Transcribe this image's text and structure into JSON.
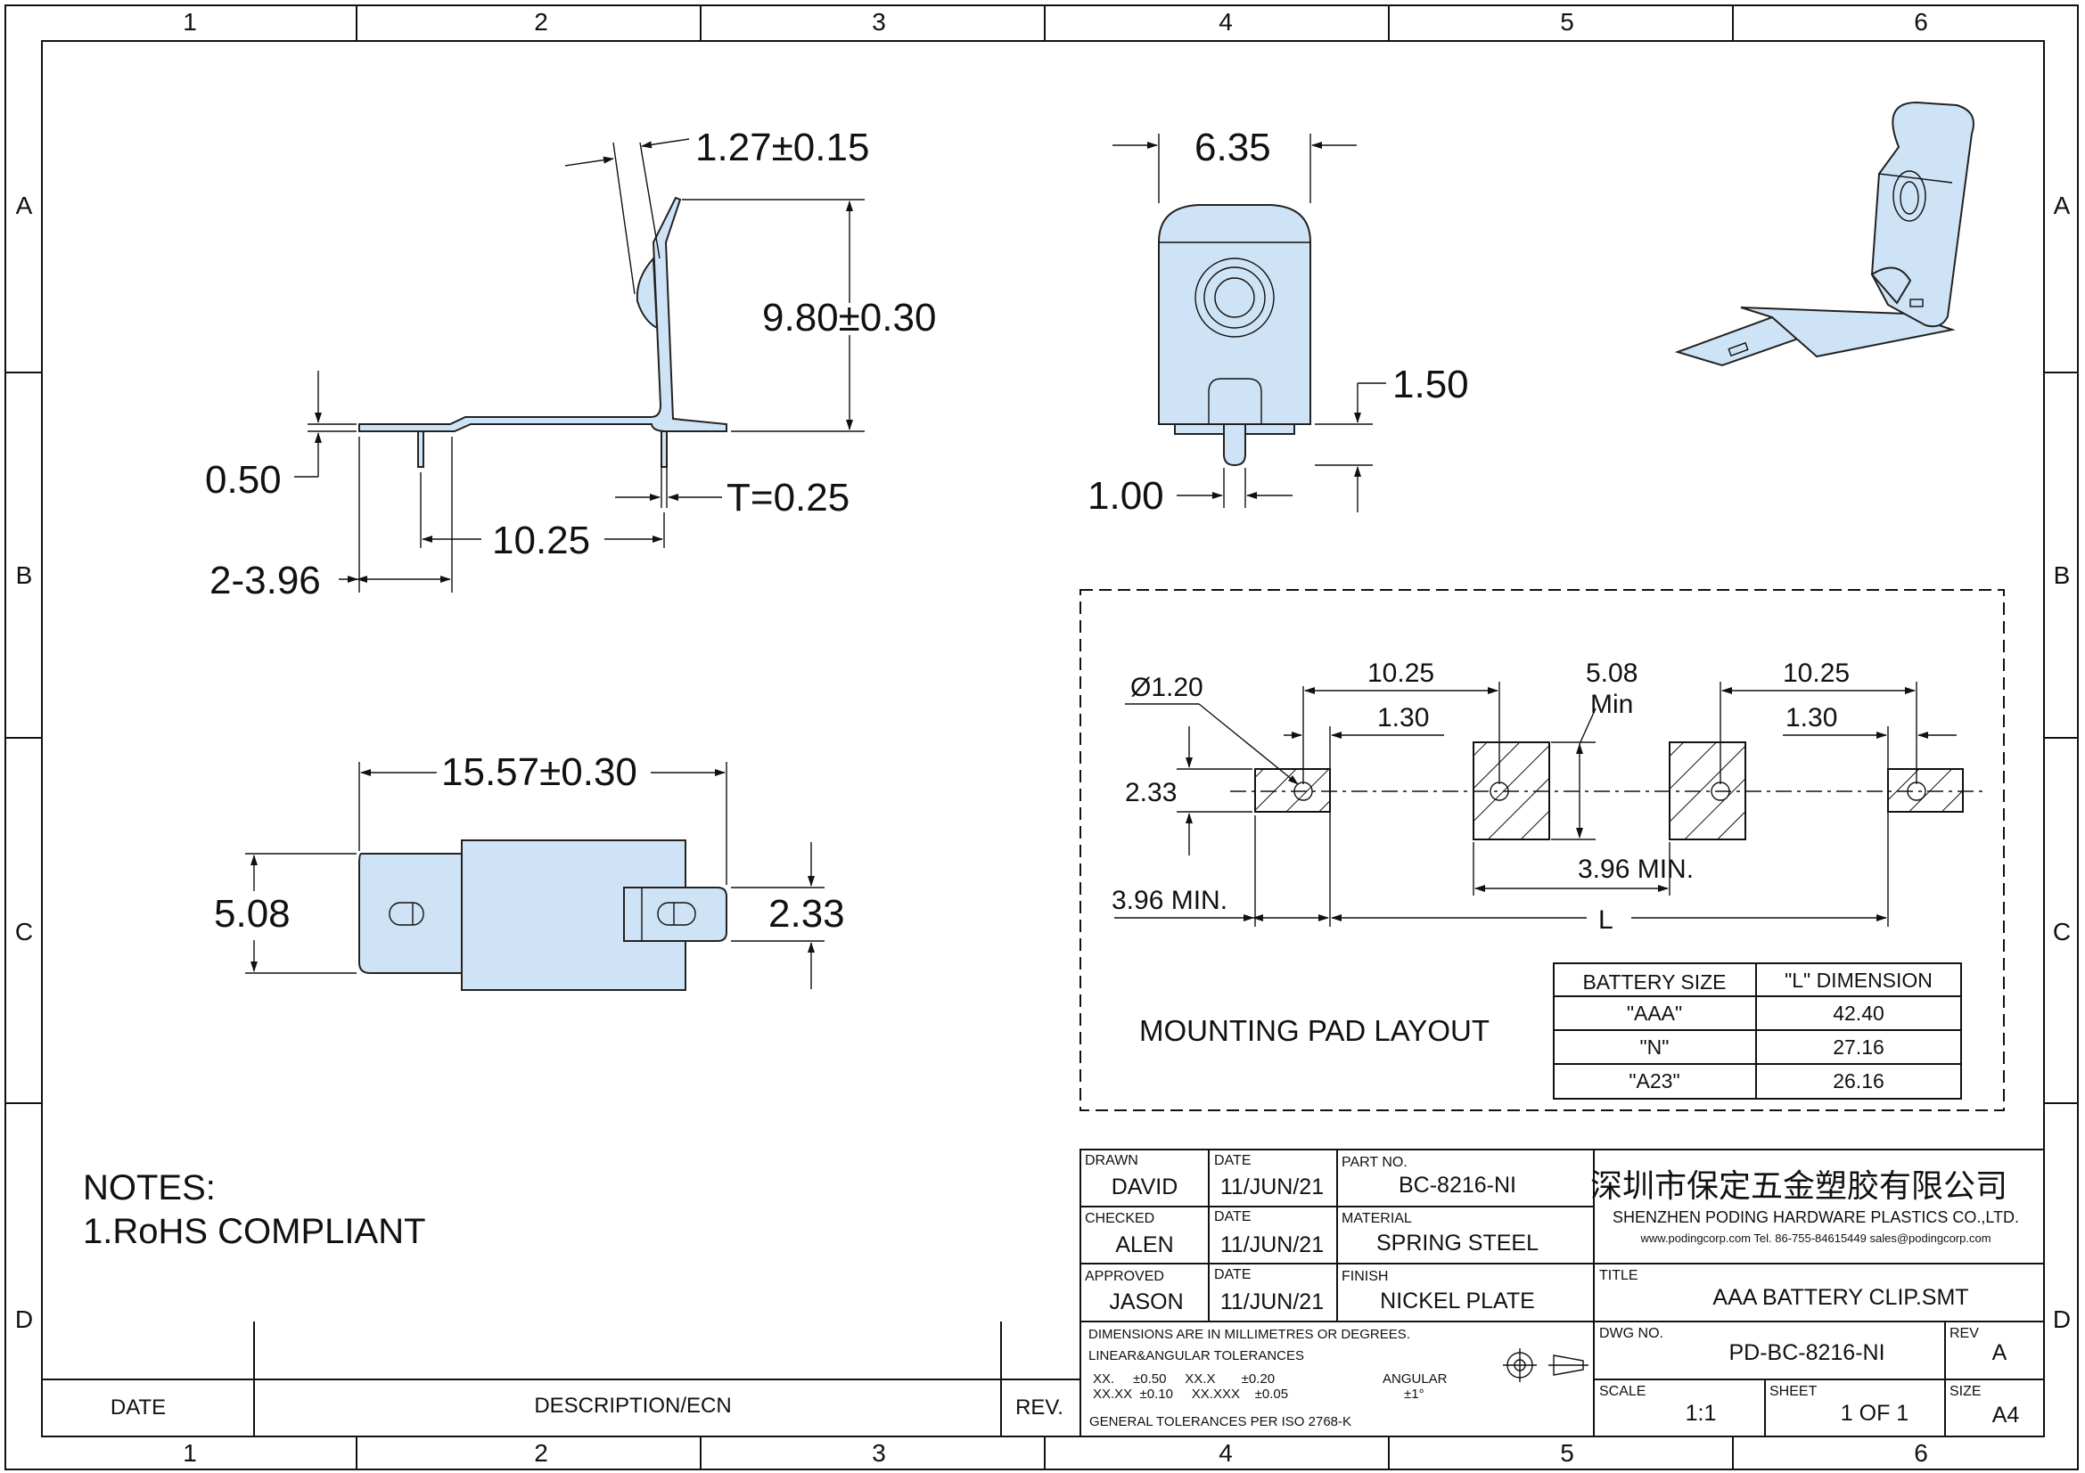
{
  "zones": {
    "cols": [
      "1",
      "2",
      "3",
      "4",
      "5",
      "6"
    ],
    "rows": [
      "A",
      "B",
      "C",
      "D"
    ]
  },
  "side_view": {
    "thickness_top": "1.27±0.15",
    "height": "9.80±0.30",
    "step": "0.50",
    "material_t": "T=0.25",
    "pin_span": "10.25",
    "pin_offset": "2-3.96"
  },
  "front_view": {
    "width": "6.35",
    "tab_h": "1.50",
    "pin_w": "1.00"
  },
  "top_view": {
    "length": "15.57±0.30",
    "width": "5.08",
    "tab_w": "2.33"
  },
  "pad_layout": {
    "title": "MOUNTING PAD LAYOUT",
    "hole": "Ø1.20",
    "pitch_left": "10.25",
    "pitch_right": "10.25",
    "min_gap": "5.08",
    "min_gap_label": "Min",
    "pad_left": "1.30",
    "pad_right": "1.30",
    "pad_h": "2.33",
    "min_left": "3.96 MIN.",
    "min_mid": "3.96 MIN.",
    "total": "L",
    "table": {
      "headers": [
        "BATTERY SIZE",
        "\"L\" DIMENSION"
      ],
      "rows": [
        [
          "\"AAA\"",
          "42.40"
        ],
        [
          "\"N\"",
          "27.16"
        ],
        [
          "\"A23\"",
          "26.16"
        ]
      ]
    }
  },
  "notes": {
    "title": "NOTES:",
    "items": [
      "1.RoHS COMPLIANT"
    ]
  },
  "revision_block": {
    "date": "DATE",
    "description": "DESCRIPTION/ECN",
    "rev": "REV."
  },
  "title_block": {
    "drawn_label": "DRAWN",
    "drawn": "DAVID",
    "checked_label": "CHECKED",
    "checked": "ALEN",
    "approved_label": "APPROVED",
    "approved": "JASON",
    "date_label": "DATE",
    "date1": "11/JUN/21",
    "date2": "11/JUN/21",
    "date3": "11/JUN/21",
    "part_no_label": "PART NO.",
    "part_no": "BC-8216-NI",
    "material_label": "MATERIAL",
    "material": "SPRING STEEL",
    "finish_label": "FINISH",
    "finish": "NICKEL PLATE",
    "company_cn": "深圳市保定五金塑胶有限公司",
    "company_en": "SHENZHEN PODING HARDWARE PLASTICS CO.,LTD.",
    "contact": "www.podingcorp.com   Tel. 86-755-84615449   sales@podingcorp.com",
    "title_label": "TITLE",
    "title": "AAA BATTERY CLIP.SMT",
    "tol_line1": "DIMENSIONS ARE IN MILLIMETRES OR DEGREES.",
    "tol_line2": "LINEAR&ANGULAR TOLERANCES",
    "tol_a": "XX.     ±0.50     XX.X       ±0.20",
    "tol_b": "XX.XX  ±0.10     XX.XXX    ±0.05",
    "angular": "ANGULAR",
    "angular_val": "±1°",
    "tol_std": "GENERAL TOLERANCES PER ISO 2768-K",
    "dwg_label": "DWG NO.",
    "dwg": "PD-BC-8216-NI",
    "rev_label": "REV",
    "rev": "A",
    "scale_label": "SCALE",
    "scale": "1:1",
    "sheet_label": "SHEET",
    "sheet": "1 OF 1",
    "size_label": "SIZE",
    "size": "A4"
  }
}
